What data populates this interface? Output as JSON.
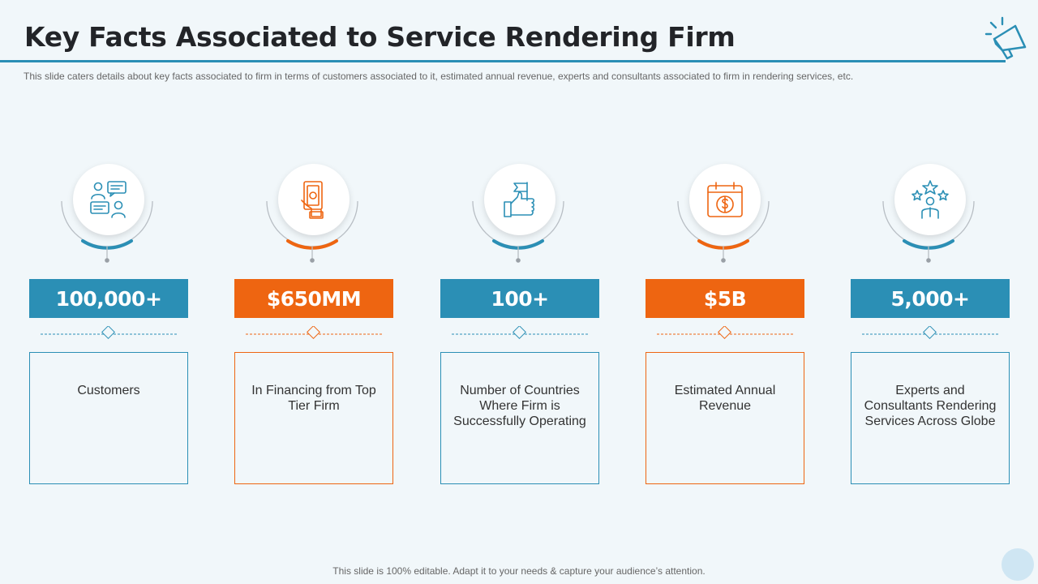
{
  "slide": {
    "title": "Key Facts Associated to Service Rendering Firm",
    "subtitle": "This slide caters details about key facts associated to firm in terms of customers associated to it, estimated annual revenue, experts and consultants associated to firm in rendering services, etc.",
    "footer": "This slide is 100% editable. Adapt it to your needs & capture your audience’s attention."
  },
  "colors": {
    "blue": "#2b8fb5",
    "orange": "#ee6511",
    "background": "#f1f7fa"
  },
  "facts": [
    {
      "value": "100,000+",
      "label": "Customers",
      "theme": "blue",
      "icon": "customers-chat-icon"
    },
    {
      "value": "$650MM",
      "label": "In Financing from Top Tier Firm",
      "theme": "orange",
      "icon": "money-hand-icon"
    },
    {
      "value": "100+",
      "label": "Number of Countries Where Firm is Successfully Operating",
      "theme": "blue",
      "icon": "thumbs-up-flag-icon"
    },
    {
      "value": "$5B",
      "label": "Estimated Annual Revenue",
      "theme": "orange",
      "icon": "dollar-calendar-icon"
    },
    {
      "value": "5,000+",
      "label": "Experts and Consultants Rendering Services Across Globe",
      "theme": "blue",
      "icon": "expert-stars-icon"
    }
  ]
}
